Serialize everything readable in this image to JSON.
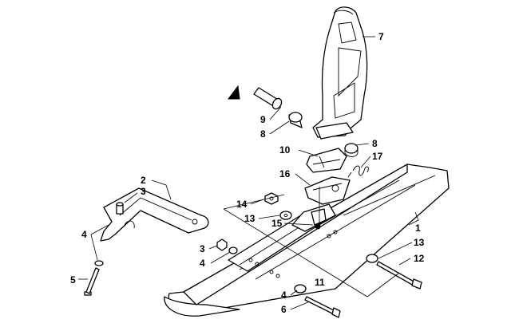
{
  "callouts": {
    "c1": "1",
    "c2": "2",
    "c3a": "3",
    "c3b": "3",
    "c4a": "4",
    "c4b": "4",
    "c4c": "4",
    "c5": "5",
    "c6": "6",
    "c7": "7",
    "c8a": "8",
    "c8b": "8",
    "c9": "9",
    "c10": "10",
    "c11": "11",
    "c12": "12",
    "c13a": "13",
    "c13b": "13",
    "c14": "14",
    "c15": "15",
    "c16": "16",
    "c17": "17"
  },
  "colors": {
    "ink": "#000000",
    "paper": "#ffffff"
  },
  "icons": {
    "direction_marker": "front-direction-arrow-icon"
  }
}
